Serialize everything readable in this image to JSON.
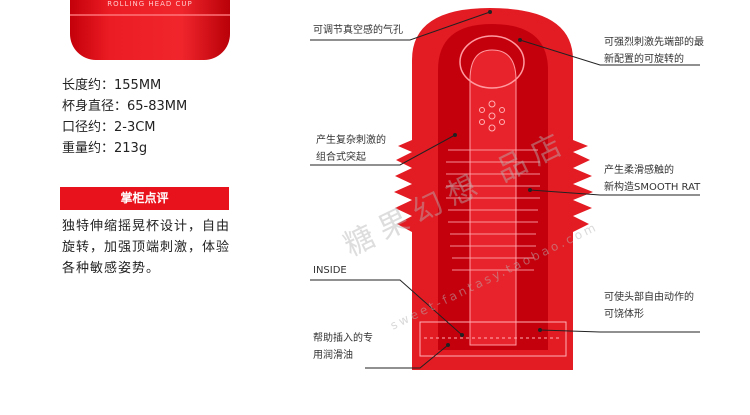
{
  "product": {
    "cap_text": "ROLLING HEAD CUP"
  },
  "specs": [
    "长度约：155MM",
    "杯身直径：65-83MM",
    "口径约：2-3CM",
    "重量约：213g"
  ],
  "review": {
    "header": "掌柜点评",
    "text": "独特伸缩摇晃杯设计，自由旋转，加强顶端刺激，体验各种敏感姿势。"
  },
  "callouts": {
    "air_hole": "可调节真空感的气孔",
    "rotating_tip": [
      "可强烈刺激先端部的最",
      "新配置的可旋转的"
    ],
    "combined_bumps": [
      "产生复杂刺激的",
      "组合式突起"
    ],
    "smooth_rat": [
      "产生柔滑感触的",
      "新构造SMOOTH RAT"
    ],
    "inside": "INSIDE",
    "free_head": [
      "可使头部自由动作的",
      "可饶体形"
    ],
    "lube": [
      "帮助插入的专",
      "用润滑油"
    ]
  },
  "watermark": {
    "text": "糖果幻想 品店",
    "url": "sweet-fantasy.taobao.com"
  },
  "colors": {
    "accent": "#e8121c",
    "diagram_red": "#e31b23",
    "diagram_dark": "#c5000d",
    "callout_line": "#222222"
  }
}
